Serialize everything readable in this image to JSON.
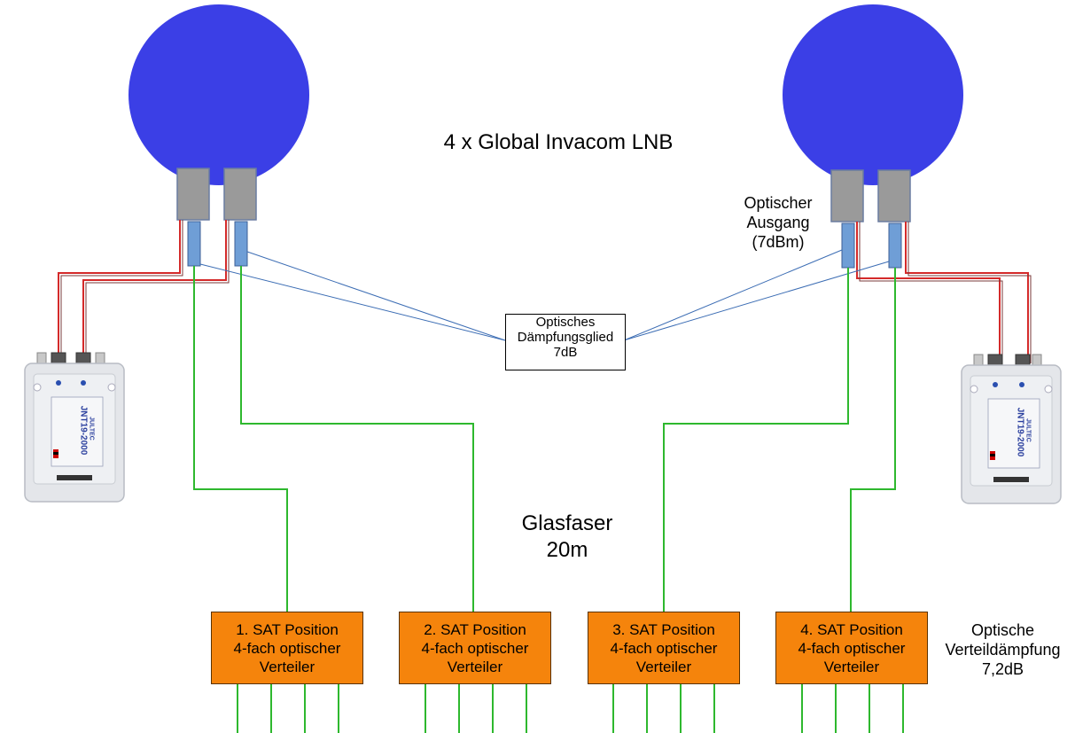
{
  "title": "4 x Global Invacom LNB",
  "optical_output": "Optischer\nAusgang\n(7dBm)",
  "attenuator": "Optisches\nDämpfungsglied\n7dB",
  "fiber": "Glasfaser\n20m",
  "distribution_loss": "Optische\nVerteildämpfung\n7,2dB",
  "distributors": [
    {
      "label": "1. SAT Position\n4-fach optischer\nVerteiler"
    },
    {
      "label": "2. SAT Position\n4-fach optischer\nVerteiler"
    },
    {
      "label": "3. SAT Position\n4-fach optischer\nVerteiler"
    },
    {
      "label": "4. SAT Position\n4-fach optischer\nVerteiler"
    }
  ],
  "power_supply": {
    "model": "JNT19-2000",
    "brand": "JULTEC"
  },
  "colors": {
    "dish": "#3b3fe6",
    "lnb": "#9a9a9a",
    "connector": "#6f9ed6",
    "fiber_green": "#2eb82e",
    "coax_red": "#d42a2a",
    "attenuator_line": "#3c6db4",
    "distributor": "#f5840c"
  }
}
